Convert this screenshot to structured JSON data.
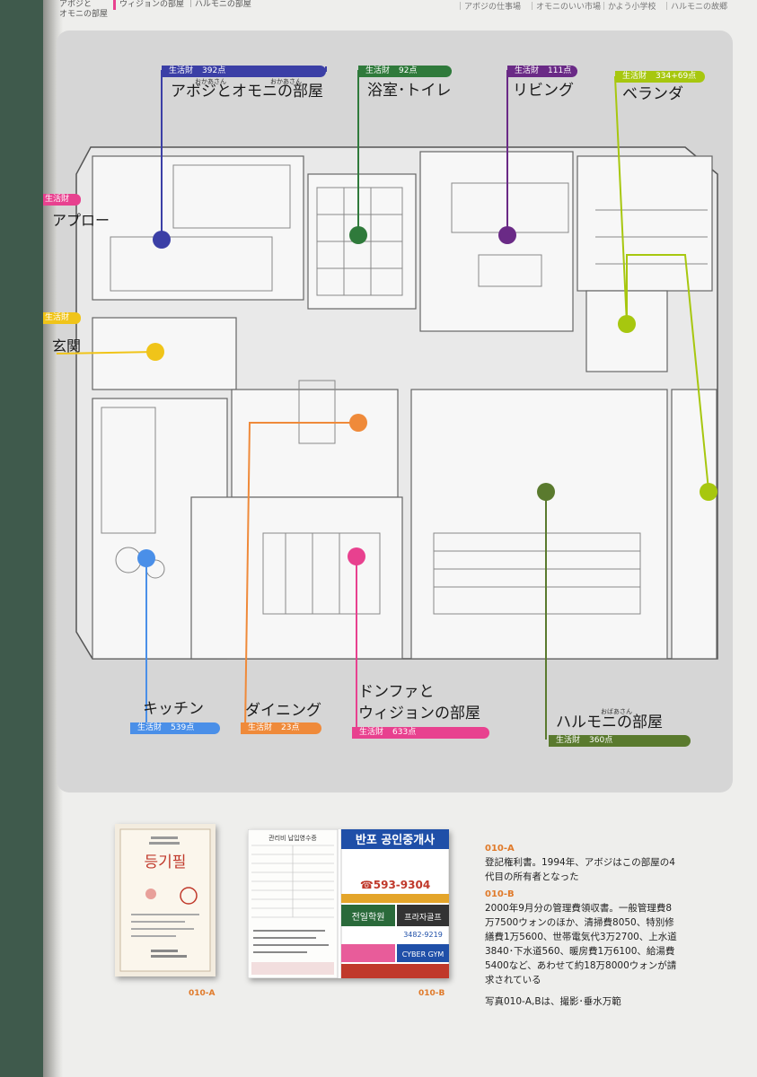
{
  "header": {
    "left_line1": "アボジと",
    "left_line2": "オモニの部屋",
    "left_tab": "ウィジョンの部屋 ｜ハルモニの部屋",
    "right_items": [
      "｜アボジの仕事場",
      "｜オモニのいい市場",
      "｜かよう小学校",
      "｜ハルモニの故郷"
    ]
  },
  "colors": {
    "abojiomoni": "#3b3fa6",
    "bath": "#2f7a3b",
    "living": "#6a2a86",
    "veranda": "#a7c70f",
    "approach": "#e8418f",
    "entrance": "#f0c419",
    "kitchen": "#4a8fe8",
    "dining": "#ef8a3a",
    "donghwa": "#e8418f",
    "halmoni": "#5a7a2e"
  },
  "rooms": {
    "abojiomoni": {
      "name": "アボジとオモニの部屋",
      "ruby_1": "おかあさん",
      "ruby_2": "おかあさん",
      "badge": "生活財",
      "count": "392点"
    },
    "bath": {
      "name": "浴室･トイレ",
      "badge": "生活財",
      "count": "92点"
    },
    "living": {
      "name": "リビング",
      "badge": "生活財",
      "count": "111点"
    },
    "veranda": {
      "name": "ベランダ",
      "badge": "生活財",
      "count": "334+69点"
    },
    "approach": {
      "name": "アプロー",
      "badge": "生活財"
    },
    "entrance": {
      "name": "玄関",
      "badge": "生活財"
    },
    "kitchen": {
      "name": "キッチン",
      "badge": "生活財",
      "count": "539点"
    },
    "dining": {
      "name": "ダイニング",
      "badge": "生活財",
      "count": "23点"
    },
    "donghwa": {
      "name_1": "ドンファと",
      "name_2": "ウィジョンの部屋",
      "badge": "生活財",
      "count": "633点"
    },
    "halmoni": {
      "name": "ハルモニの部屋",
      "ruby": "おばあさん",
      "badge": "生活財",
      "count": "360点"
    }
  },
  "photos": {
    "a_label": "010-A",
    "b_label": "010-B",
    "a_doc_title": "등기필",
    "b_header": "관리비 납입영수증",
    "b_ad_title": "반포 공인중개사",
    "b_ad_phone": "☎593-9304",
    "b_ad_1": "전일학원",
    "b_ad_2": "프라자골프",
    "b_ad_phone2": "3482-9219",
    "b_ad_3": "CYBER GYM"
  },
  "captions": [
    {
      "id": "010-A",
      "text": "登記権利書。1994年、アボジはこの部屋の4代目の所有者となった"
    },
    {
      "id": "010-B",
      "text": "2000年9月分の管理費領収書。一般管理費8万7500ウォンのほか、清掃費8050、特別修繕費1万5600、世帯電気代3万2700、上水道3840･下水道560、暖房費1万6100、給湯費5400など、あわせて約18万8000ウォンが請求されている"
    },
    {
      "id": "",
      "text": "写真010-A,Bは、撮影･垂水万範"
    }
  ]
}
